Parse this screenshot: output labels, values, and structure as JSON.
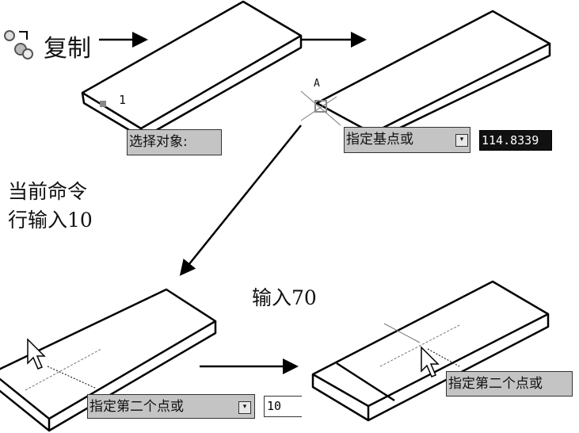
{
  "title_label": "复制",
  "icon": "copy-icon",
  "note_line1": "当前命令",
  "note_line2": "行输入10",
  "note_70": "输入70",
  "point_labels": {
    "one": "1",
    "a": "A"
  },
  "prompts": {
    "select": "选择对象:",
    "base": "指定基点或",
    "base_value": "114.8339",
    "second_left": "指定第二个点或",
    "second_value": "10",
    "second_right": "指定第二个点或"
  },
  "colors": {
    "prompt_bg": "#c4c4c4",
    "value_bg": "#111111"
  }
}
